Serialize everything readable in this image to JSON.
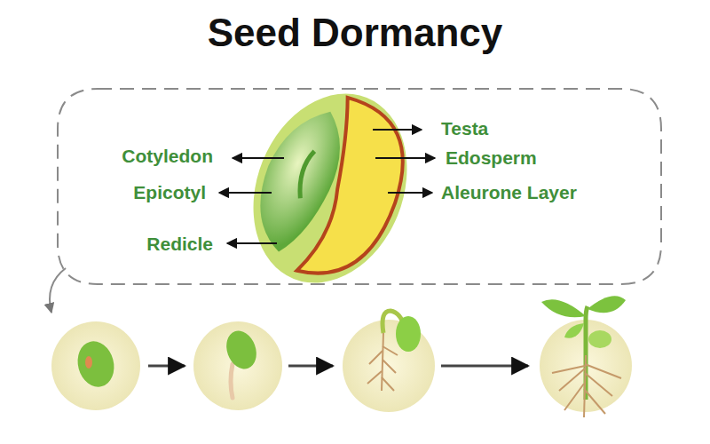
{
  "diagram": {
    "title": "Seed Dormancy",
    "labels": [
      "Cotyledon",
      "Epicotyl",
      "Redicle",
      "Testa",
      "Edosperm",
      "Aleurone Layer"
    ]
  }
}
